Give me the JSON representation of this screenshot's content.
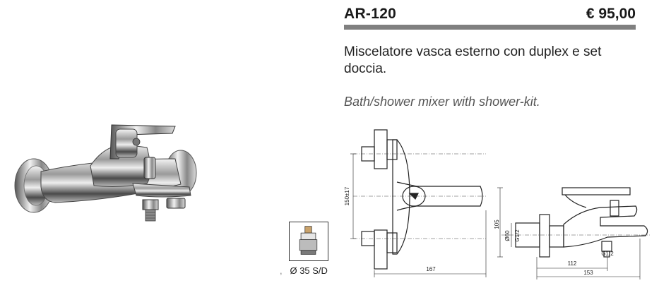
{
  "product": {
    "code": "AR-120",
    "price": "€ 95,00",
    "description_it": "Miscelatore vasca esterno con duplex e set doccia.",
    "description_en": "Bath/shower mixer with shower-kit."
  },
  "cartridge": {
    "label": "Ø 35 S/D"
  },
  "front_view": {
    "dim_height": "150±17",
    "dim_width": "167"
  },
  "side_view": {
    "dim_height": "105",
    "dim_diameter": "Ø60",
    "dim_inlet": "G1/2",
    "dim_outlet": "G1/2",
    "dim_depth_inner": "112",
    "dim_depth_total": "153"
  },
  "colors": {
    "rule": "#808080",
    "chrome_dark": "#3a3a3a",
    "chrome_light": "#e8e8e8"
  }
}
